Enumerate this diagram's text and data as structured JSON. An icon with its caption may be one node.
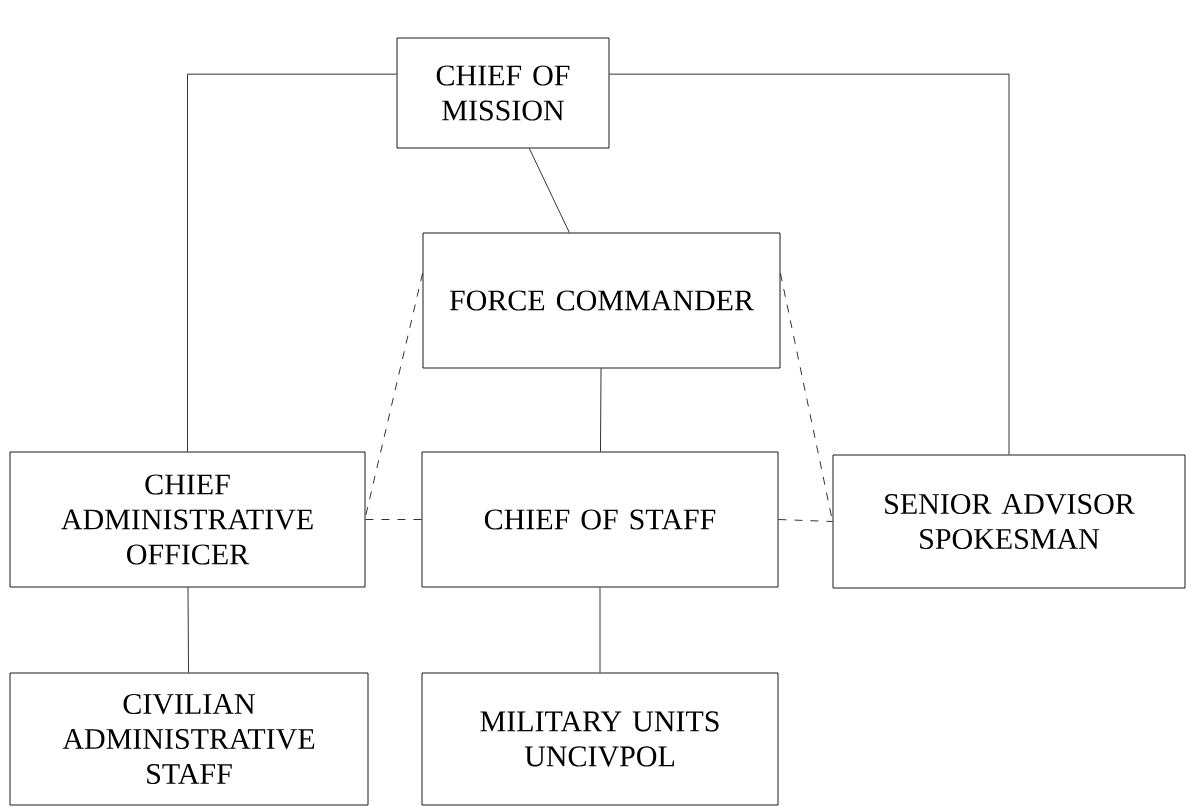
{
  "diagram": {
    "nodes": [
      {
        "text": [
          "CHIEF OF MISSION"
        ]
      },
      {
        "text": [
          "FORCE COMMANDER"
        ]
      },
      {
        "text": [
          "CHIEF ADMINISTRATIVE OFFICER"
        ]
      },
      {
        "text": [
          "CHIEF OF STAFF"
        ]
      },
      {
        "text": [
          "SENIOR ADVISOR SPOKESMAN"
        ]
      },
      {
        "text": [
          "CIVILIAN ADMINISTRATIVE STAFF"
        ]
      },
      {
        "text": [
          "MILITARY UNITS UNCIVPOL"
        ]
      }
    ],
    "edges": [
      {
        "from": 0,
        "to": 1,
        "arrow": "none"
      },
      {
        "from": 0,
        "to": 2,
        "arrow": "none"
      },
      {
        "from": 0,
        "to": 4,
        "arrow": "none"
      },
      {
        "from": 1,
        "to": 3,
        "arrow": "none"
      },
      {
        "from": 1,
        "to": 2,
        "arrow": "none",
        "style": "dashed"
      },
      {
        "from": 1,
        "to": 4,
        "arrow": "none",
        "style": "dashed"
      },
      {
        "from": 2,
        "to": 3,
        "arrow": "none",
        "style": "dashed"
      },
      {
        "from": 3,
        "to": 4,
        "arrow": "none",
        "style": "dashed"
      },
      {
        "from": 2,
        "to": 5,
        "arrow": "none"
      },
      {
        "from": 3,
        "to": 6,
        "arrow": "none"
      }
    ]
  }
}
